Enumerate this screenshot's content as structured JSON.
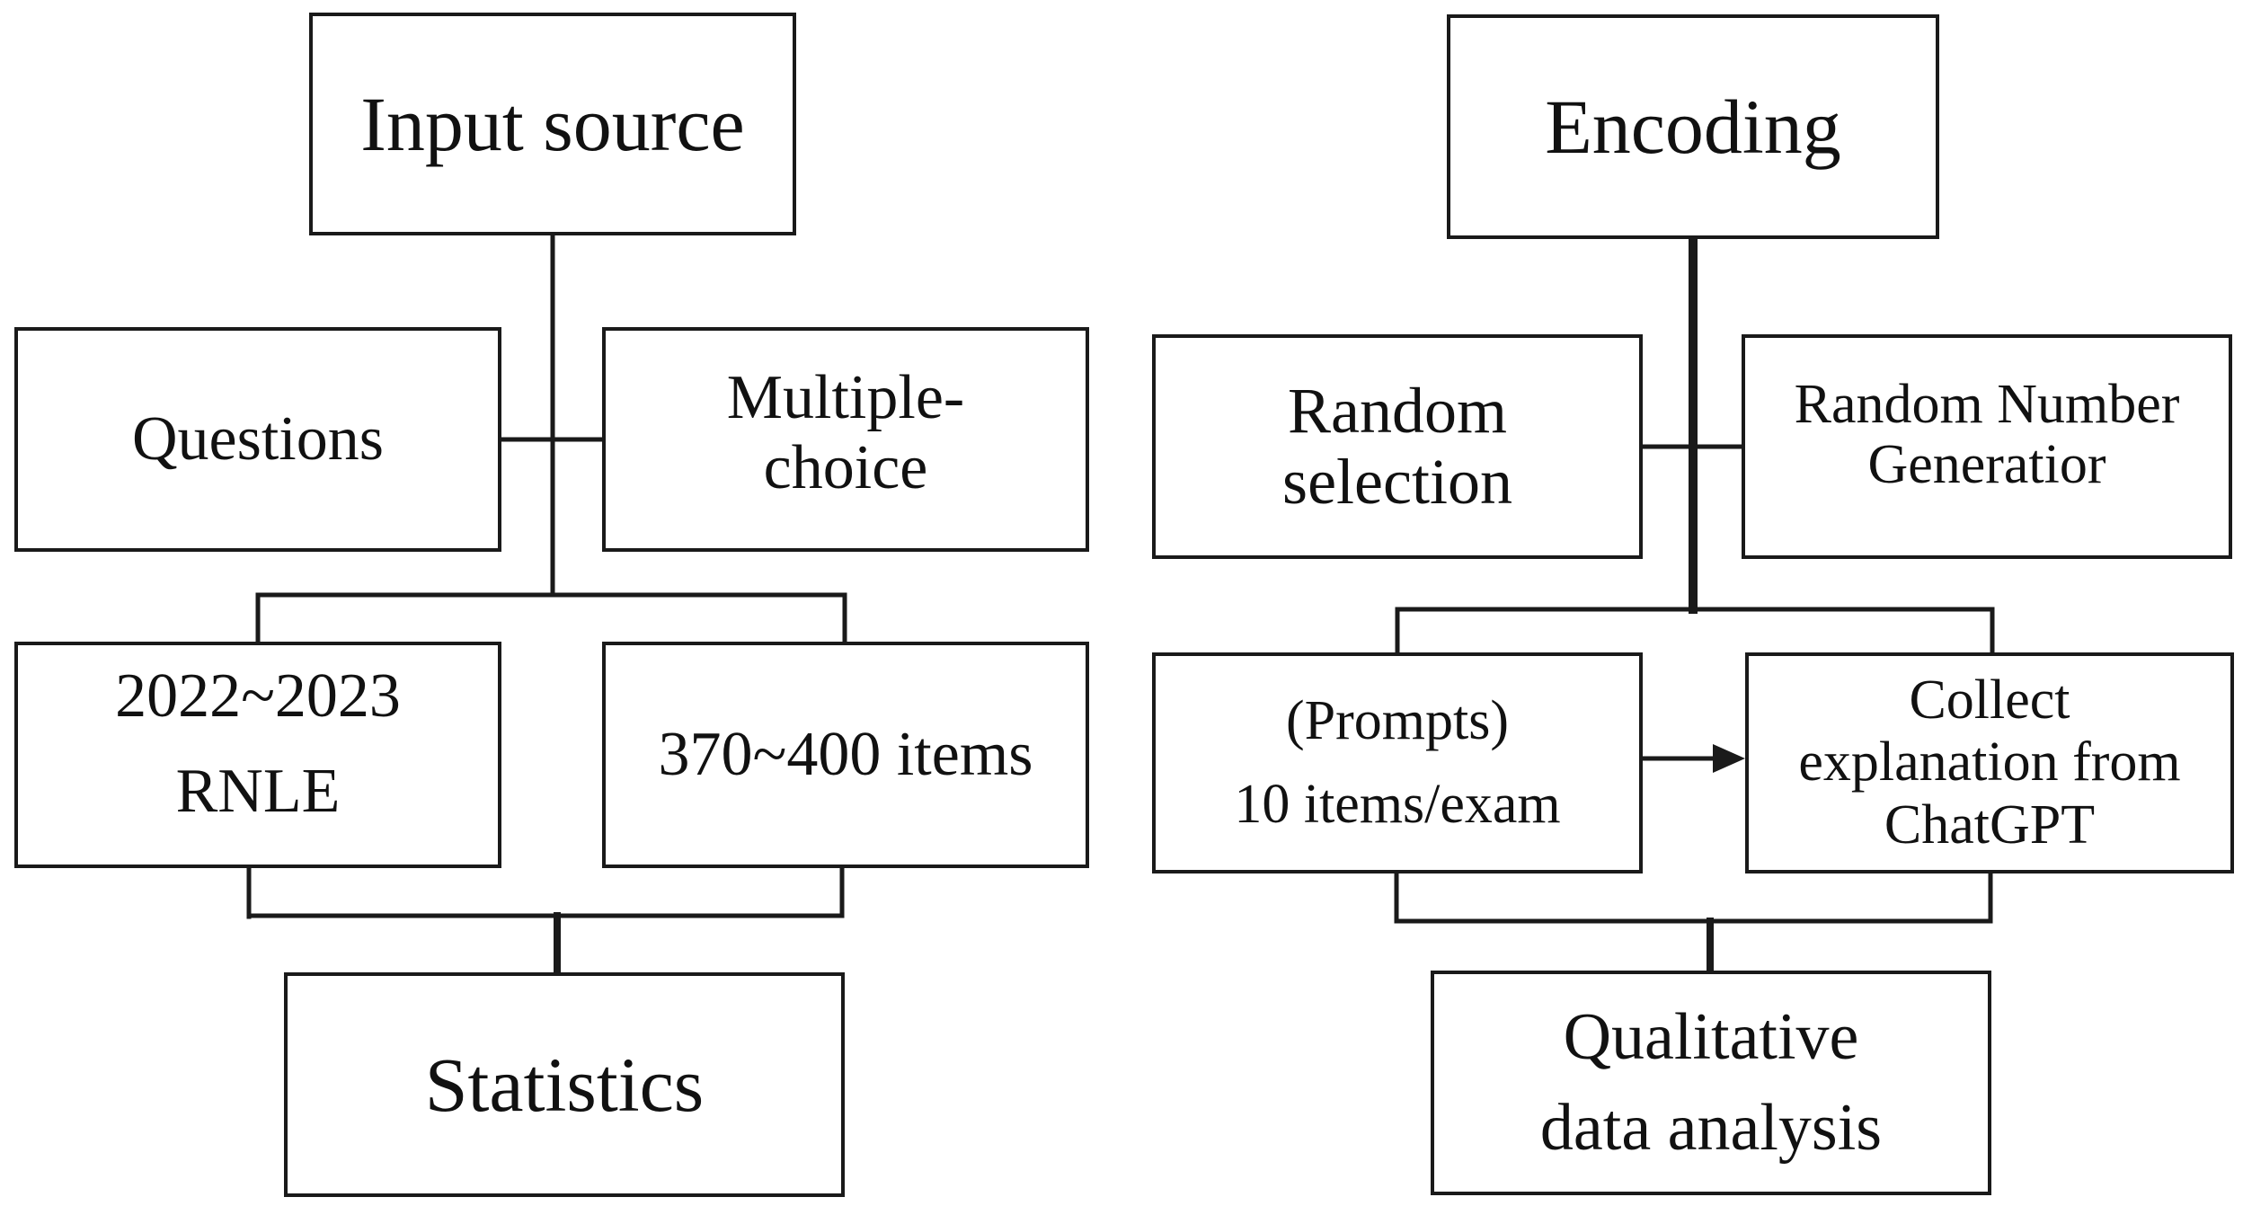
{
  "left_flow": {
    "input_source": [
      "Input source"
    ],
    "questions": [
      "Questions"
    ],
    "multiple_choice": [
      "Multiple-",
      "choice"
    ],
    "exam_years": [
      "2022~2023",
      "RNLE"
    ],
    "items_count": [
      "370~400 items"
    ],
    "statistics": [
      "Statistics"
    ]
  },
  "right_flow": {
    "encoding": [
      "Encoding"
    ],
    "random_selection": [
      "Random",
      "selection"
    ],
    "rng": [
      "Random Number",
      "Generatior"
    ],
    "prompts": [
      "(Prompts)",
      "10 items/exam"
    ],
    "collect": [
      "Collect",
      "explanation from",
      "ChatGPT"
    ],
    "qualitative": [
      "Qualitative",
      "data analysis"
    ]
  },
  "colors": {
    "line": "#1a1a1a",
    "text": "#111111",
    "background": "#ffffff"
  }
}
